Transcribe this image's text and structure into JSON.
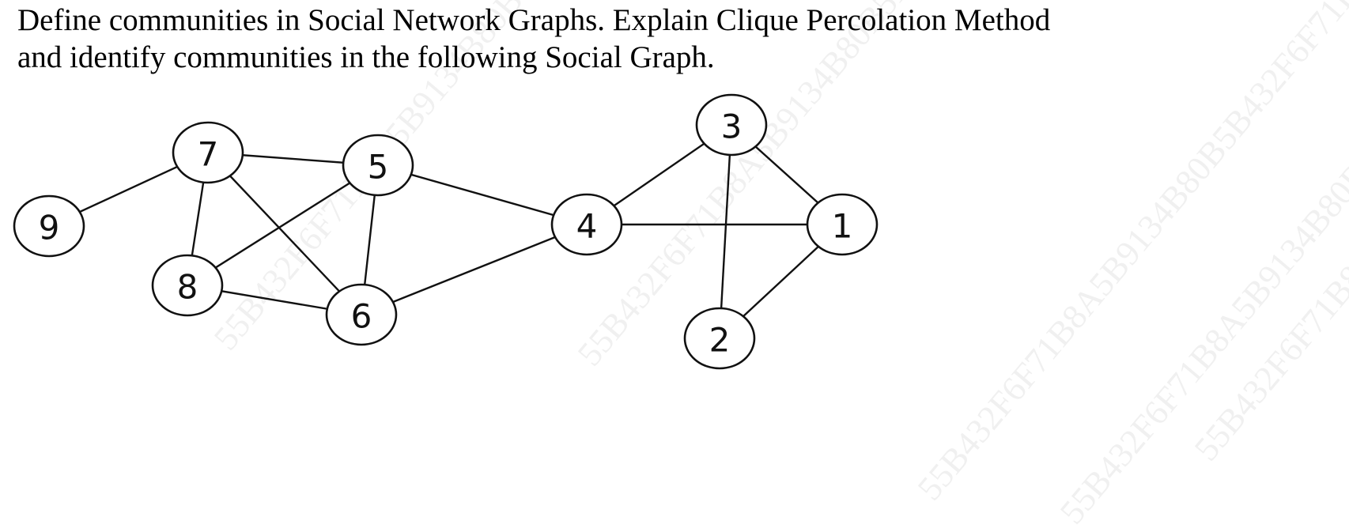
{
  "question": {
    "line1": "Define communities in Social Network Graphs. Explain Clique Percolation Method",
    "line2": "and identify communities in the following Social Graph."
  },
  "graph": {
    "nodes": [
      "1",
      "2",
      "3",
      "4",
      "5",
      "6",
      "7",
      "8",
      "9"
    ],
    "edges": [
      [
        "9",
        "7"
      ],
      [
        "7",
        "5"
      ],
      [
        "7",
        "8"
      ],
      [
        "7",
        "6"
      ],
      [
        "5",
        "8"
      ],
      [
        "5",
        "6"
      ],
      [
        "5",
        "4"
      ],
      [
        "8",
        "6"
      ],
      [
        "6",
        "4"
      ],
      [
        "4",
        "3"
      ],
      [
        "4",
        "1"
      ],
      [
        "3",
        "1"
      ],
      [
        "3",
        "2"
      ],
      [
        "2",
        "1"
      ]
    ]
  },
  "watermark": {
    "text": "55B432F6F71B8A5B9134B80B5B432F6F71B8A5B9134B80B5B432F6F71",
    "color": "#969696"
  }
}
